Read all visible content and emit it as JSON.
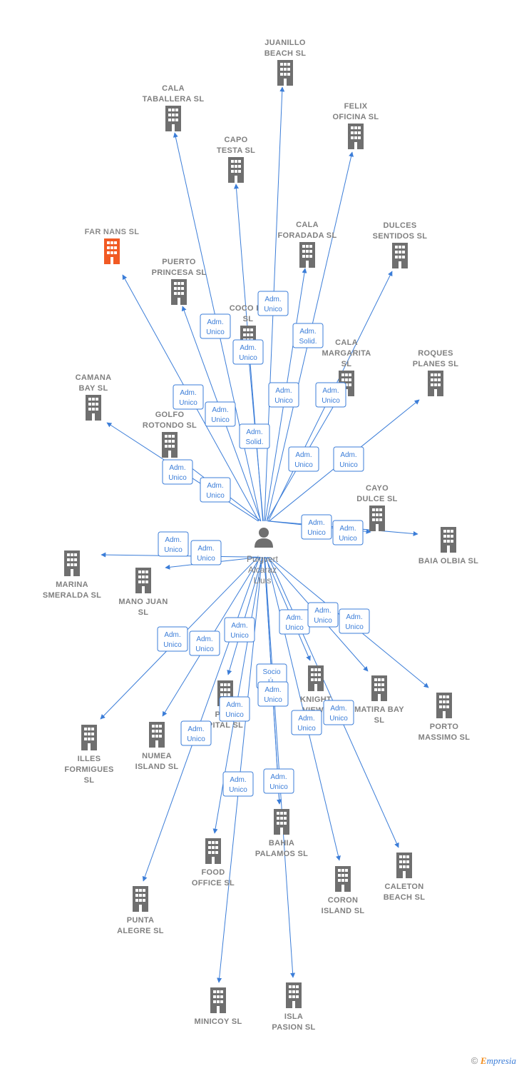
{
  "person": {
    "name_lines": [
      "Puigvert",
      "Alcaraz",
      "Lluis"
    ]
  },
  "colors": {
    "edge": "#3b7dd8",
    "building": "#6f6f6f",
    "highlight": "#f15a24",
    "label": "#808080"
  },
  "companies": [
    {
      "id": "juanillo",
      "lines": [
        "JUANILLO",
        "BEACH  SL"
      ]
    },
    {
      "id": "cala-taballera",
      "lines": [
        "CALA",
        "TABALLERA  SL"
      ]
    },
    {
      "id": "felix-oficina",
      "lines": [
        "FELIX",
        "OFICINA SL"
      ]
    },
    {
      "id": "capo-testa",
      "lines": [
        "CAPO",
        "TESTA  SL"
      ]
    },
    {
      "id": "far-nans",
      "lines": [
        "FAR NANS  SL"
      ],
      "highlight": true
    },
    {
      "id": "cala-foradada",
      "lines": [
        "CALA",
        "FORADADA  SL"
      ]
    },
    {
      "id": "dulces-sentidos",
      "lines": [
        "DULCES",
        "SENTIDOS  SL"
      ]
    },
    {
      "id": "puerto-princesa",
      "lines": [
        "PUERTO",
        "PRINCESA  SL"
      ]
    },
    {
      "id": "coco-pa",
      "lines": [
        "COCO PA",
        "SL"
      ]
    },
    {
      "id": "cala-margarita",
      "lines": [
        "CALA",
        "MARGARITA",
        "SL"
      ]
    },
    {
      "id": "roques-planes",
      "lines": [
        "ROQUES",
        "PLANES  SL"
      ]
    },
    {
      "id": "camana-bay",
      "lines": [
        "CAMANA",
        "BAY  SL"
      ]
    },
    {
      "id": "golfo-rotondo",
      "lines": [
        "GOLFO",
        "ROTONDO  SL"
      ]
    },
    {
      "id": "cayo-dulce",
      "lines": [
        "CAYO",
        "DULCE  SL"
      ]
    },
    {
      "id": "baia-olbia",
      "lines": [
        "BAIA OLBIA  SL"
      ]
    },
    {
      "id": "marina-smeralda",
      "lines": [
        "MARINA",
        "SMERALDA  SL"
      ]
    },
    {
      "id": "mano-juan",
      "lines": [
        "MANO JUAN",
        "SL"
      ]
    },
    {
      "id": "knight-views",
      "lines": [
        "KNIGHT",
        "VIEWS"
      ]
    },
    {
      "id": "matira-bay",
      "lines": [
        "MATIRA BAY",
        "SL"
      ]
    },
    {
      "id": "porto-massimo",
      "lines": [
        "PORTO",
        "MASSIMO  SL"
      ]
    },
    {
      "id": "illes-formigues",
      "lines": [
        "ILLES",
        "FORMIGUES",
        "SL"
      ]
    },
    {
      "id": "numea-island",
      "lines": [
        "NUMEA",
        "ISLAND  SL"
      ]
    },
    {
      "id": "platja-capital",
      "lines": [
        "PLAT",
        "PITAL  SL"
      ]
    },
    {
      "id": "bahia-palamos",
      "lines": [
        "BAHIA",
        "PALAMOS  SL"
      ]
    },
    {
      "id": "food-office",
      "lines": [
        "FOOD",
        "OFFICE  SL"
      ]
    },
    {
      "id": "coron-island",
      "lines": [
        "CORON",
        "ISLAND  SL"
      ]
    },
    {
      "id": "caleton-beach",
      "lines": [
        "CALETON",
        "BEACH  SL"
      ]
    },
    {
      "id": "punta-alegre",
      "lines": [
        "PUNTA",
        "ALEGRE  SL"
      ]
    },
    {
      "id": "minicoy",
      "lines": [
        "MINICOY  SL"
      ]
    },
    {
      "id": "isla-pasion",
      "lines": [
        "ISLA",
        "PASION  SL"
      ]
    }
  ],
  "roles": [
    {
      "target": "juanillo",
      "lines": [
        "Adm.",
        "Unico"
      ]
    },
    {
      "target": "cala-taballera",
      "lines": [
        "Adm.",
        "Unico"
      ]
    },
    {
      "target": "felix-oficina",
      "lines": [
        "Adm.",
        "Solid."
      ]
    },
    {
      "target": "capo-testa",
      "lines": [
        "Adm.",
        "Unico"
      ]
    },
    {
      "target": "far-nans",
      "lines": [
        "Adm.",
        "Unico"
      ]
    },
    {
      "target": "cala-foradada",
      "lines": [
        "Adm.",
        "Unico"
      ]
    },
    {
      "target": "dulces-sentidos",
      "lines": [
        "Adm.",
        "Unico"
      ]
    },
    {
      "target": "puerto-princesa",
      "lines": [
        "Adm.",
        "Unico"
      ]
    },
    {
      "target": "coco-pa",
      "lines": [
        "Adm.",
        "Solid."
      ]
    },
    {
      "target": "cala-margarita",
      "lines": [
        "Adm.",
        "Unico"
      ]
    },
    {
      "target": "roques-planes",
      "lines": [
        "Adm.",
        "Unico"
      ]
    },
    {
      "target": "camana-bay",
      "lines": [
        "Adm.",
        "Unico"
      ]
    },
    {
      "target": "golfo-rotondo",
      "lines": [
        "Adm.",
        "Unico"
      ]
    },
    {
      "target": "cayo-dulce",
      "lines": [
        "Adm.",
        "Unico"
      ]
    },
    {
      "target": "baia-olbia",
      "lines": [
        "Adm.",
        "Unico"
      ]
    },
    {
      "target": "marina-smeralda",
      "lines": [
        "Adm.",
        "Unico"
      ]
    },
    {
      "target": "mano-juan",
      "lines": [
        "Adm.",
        "Unico"
      ]
    },
    {
      "target": "knight-views",
      "lines": [
        "Adm.",
        "Unico"
      ]
    },
    {
      "target": "matira-bay",
      "lines": [
        "Adm.",
        "Unico"
      ]
    },
    {
      "target": "porto-massimo",
      "lines": [
        "Adm.",
        "Unico"
      ]
    },
    {
      "target": "illes-formigues",
      "lines": [
        "Adm.",
        "Unico"
      ]
    },
    {
      "target": "numea-island",
      "lines": [
        "Adm.",
        "Unico"
      ]
    },
    {
      "target": "platja-capital",
      "lines": [
        "Adm.",
        "Unico"
      ]
    },
    {
      "target": "bahia-palamos",
      "lines": [
        "Socio",
        "Ú."
      ]
    },
    {
      "target": "bahia-palamos",
      "lines": [
        "Adm.",
        "Unico"
      ]
    },
    {
      "target": "food-office",
      "lines": [
        "Adm.",
        "Unico"
      ]
    },
    {
      "target": "coron-island",
      "lines": [
        "Adm.",
        "Unico"
      ]
    },
    {
      "target": "caleton-beach",
      "lines": [
        "Adm.",
        "Unico"
      ]
    },
    {
      "target": "punta-alegre",
      "lines": [
        "Adm.",
        "Unico"
      ]
    },
    {
      "target": "minicoy",
      "lines": [
        "Adm.",
        "Unico"
      ]
    },
    {
      "target": "isla-pasion",
      "lines": [
        "Adm.",
        "Unico"
      ]
    }
  ],
  "footer": {
    "copyright": "©",
    "brand_first": "E",
    "brand_rest": "mpresia"
  }
}
